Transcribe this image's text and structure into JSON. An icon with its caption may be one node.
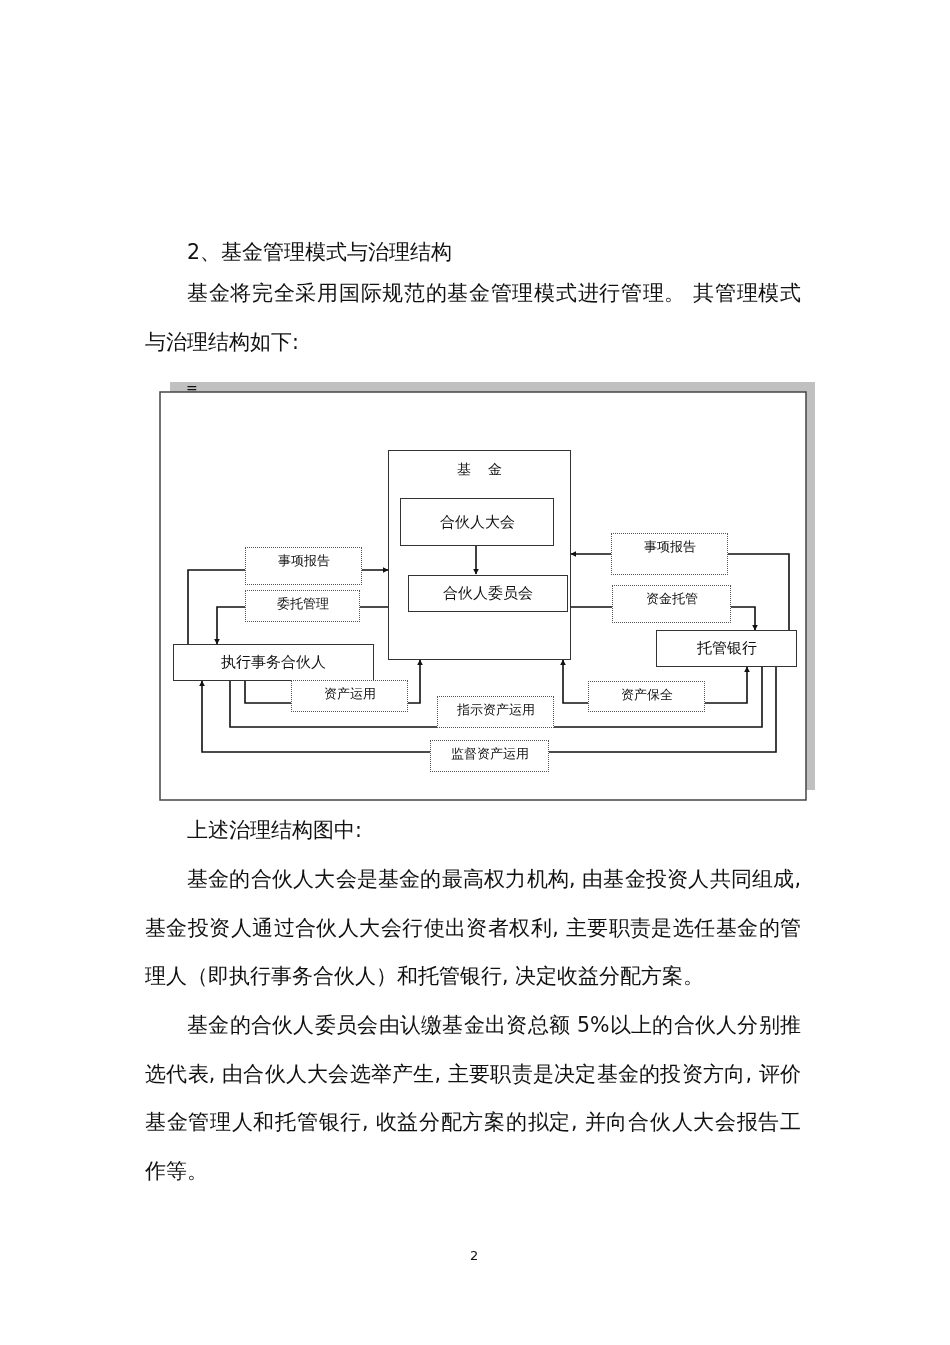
{
  "diagram": {
    "title": "2、基金管理模式与治理结构",
    "nodes": [
      {
        "text": [
          "基 金"
        ]
      },
      {
        "text": [
          "合伙人大会"
        ],
        "in": 0
      },
      {
        "text": [
          "合伙人委员会"
        ],
        "in": 0
      },
      {
        "text": [
          "执行事务合伙人"
        ]
      },
      {
        "text": [
          "托管银行"
        ]
      }
    ],
    "edges": [
      {
        "from": 1,
        "to": 2,
        "arrow": "to"
      },
      {
        "from": 3,
        "to": 0,
        "arrow": "to",
        "label": "事项报告"
      },
      {
        "from": 0,
        "to": 3,
        "arrow": "to",
        "label": "委托管理"
      },
      {
        "from": 4,
        "to": 0,
        "arrow": "to",
        "label": "事项报告"
      },
      {
        "from": 0,
        "to": 4,
        "arrow": "to",
        "label": "资金托管"
      },
      {
        "from": 3,
        "to": 0,
        "arrow": "to",
        "label": "资产运用"
      },
      {
        "from": 0,
        "to": 4,
        "arrow": "both",
        "label": "资产保全"
      },
      {
        "from": 3,
        "to": 4,
        "arrow": "none",
        "label": "指示资产运用"
      },
      {
        "from": 4,
        "to": 3,
        "arrow": "to",
        "label": "监督资产运用"
      }
    ],
    "labels": [
      "基金将完全采用国际规范的基金管理模式进行管理。 其管理模式与治理结构如下:",
      "=",
      "上述治理结构图中:",
      "基金的合伙人大会是基金的最高权力机构, 由基金投资人共同组成, 基金投资人通过合伙人大会行使出资者权利, 主要职责是选任基金的管理人（即执行事务合伙人）和托管银行, 决定收益分配方案。",
      "基金的合伙人委员会由认缴基金出资总额 5%以上的合伙人分别推选代表, 由合伙人大会选举产生, 主要职责是决定基金的投资方向, 评价基金管理人和托管银行, 收益分配方案的拟定, 并向合伙人大会报告工作等。",
      "2"
    ]
  }
}
